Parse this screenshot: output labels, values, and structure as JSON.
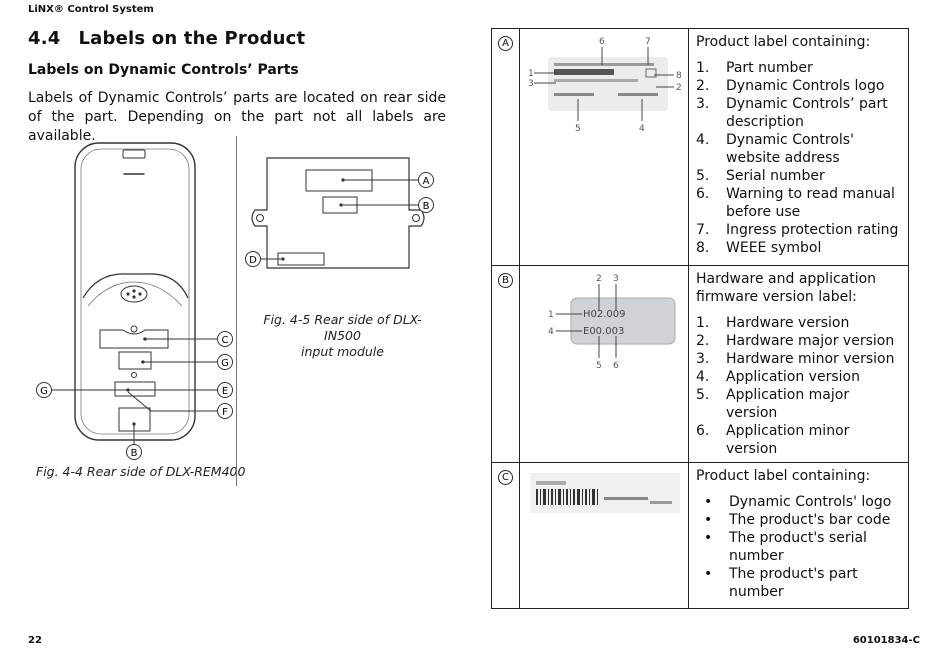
{
  "header": {
    "running_title": "LiNX® Control System"
  },
  "section": {
    "number": "4.4",
    "title": "Labels on the Product"
  },
  "subsection": {
    "title": "Labels on Dynamic Controls’ Parts"
  },
  "intro": "Labels of Dynamic Controls’ parts are located on rear side of the part. Depending on the part not all labels are available.",
  "fig_rem": {
    "caption": "Fig. 4-4 Rear side of DLX-REM400",
    "callouts": [
      "C",
      "G",
      "E",
      "F",
      "B",
      "G"
    ]
  },
  "fig_in": {
    "caption_line1": "Fig. 4-5 Rear side of DLX-IN500",
    "caption_line2": "input module",
    "callouts": [
      "A",
      "B",
      "D"
    ]
  },
  "table": {
    "rows": [
      {
        "letter": "A",
        "heading": "Product label containing:",
        "items": [
          {
            "n": "1.",
            "t": "Part number"
          },
          {
            "n": "2.",
            "t": "Dynamic Controls logo"
          },
          {
            "n": "3.",
            "t": "Dynamic Controls’ part description"
          },
          {
            "n": "4.",
            "t": "Dynamic Controls' website address"
          },
          {
            "n": "5.",
            "t": "Serial number"
          },
          {
            "n": "6.",
            "t": "Warning to read manual before use"
          },
          {
            "n": "7.",
            "t": "Ingress protection rating"
          },
          {
            "n": "8.",
            "t": "WEEE symbol"
          }
        ],
        "image_callouts": [
          "1",
          "2",
          "3",
          "4",
          "5",
          "6",
          "7",
          "8"
        ]
      },
      {
        "letter": "B",
        "heading": "Hardware and application firmware version label:",
        "items": [
          {
            "n": "1.",
            "t": "Hardware version"
          },
          {
            "n": "2.",
            "t": "Hardware major version"
          },
          {
            "n": "3.",
            "t": "Hardware minor version"
          },
          {
            "n": "4.",
            "t": "Application version"
          },
          {
            "n": "5.",
            "t": "Application major version"
          },
          {
            "n": "6.",
            "t": "Application minor version"
          }
        ],
        "image_text": [
          "H02.009",
          "E00.003"
        ],
        "image_callouts": [
          "1",
          "2",
          "3",
          "4",
          "5",
          "6"
        ]
      },
      {
        "letter": "C",
        "heading": "Product label containing:",
        "bullets": [
          {
            "b": "•",
            "t": "Dynamic Controls' logo"
          },
          {
            "b": "•",
            "t": "The product's bar code"
          },
          {
            "b": "•",
            "t": "The product's serial number"
          },
          {
            "b": "•",
            "t": "The product's part number"
          }
        ]
      }
    ]
  },
  "footer": {
    "page": "22",
    "doc_number": "60101834-C"
  }
}
